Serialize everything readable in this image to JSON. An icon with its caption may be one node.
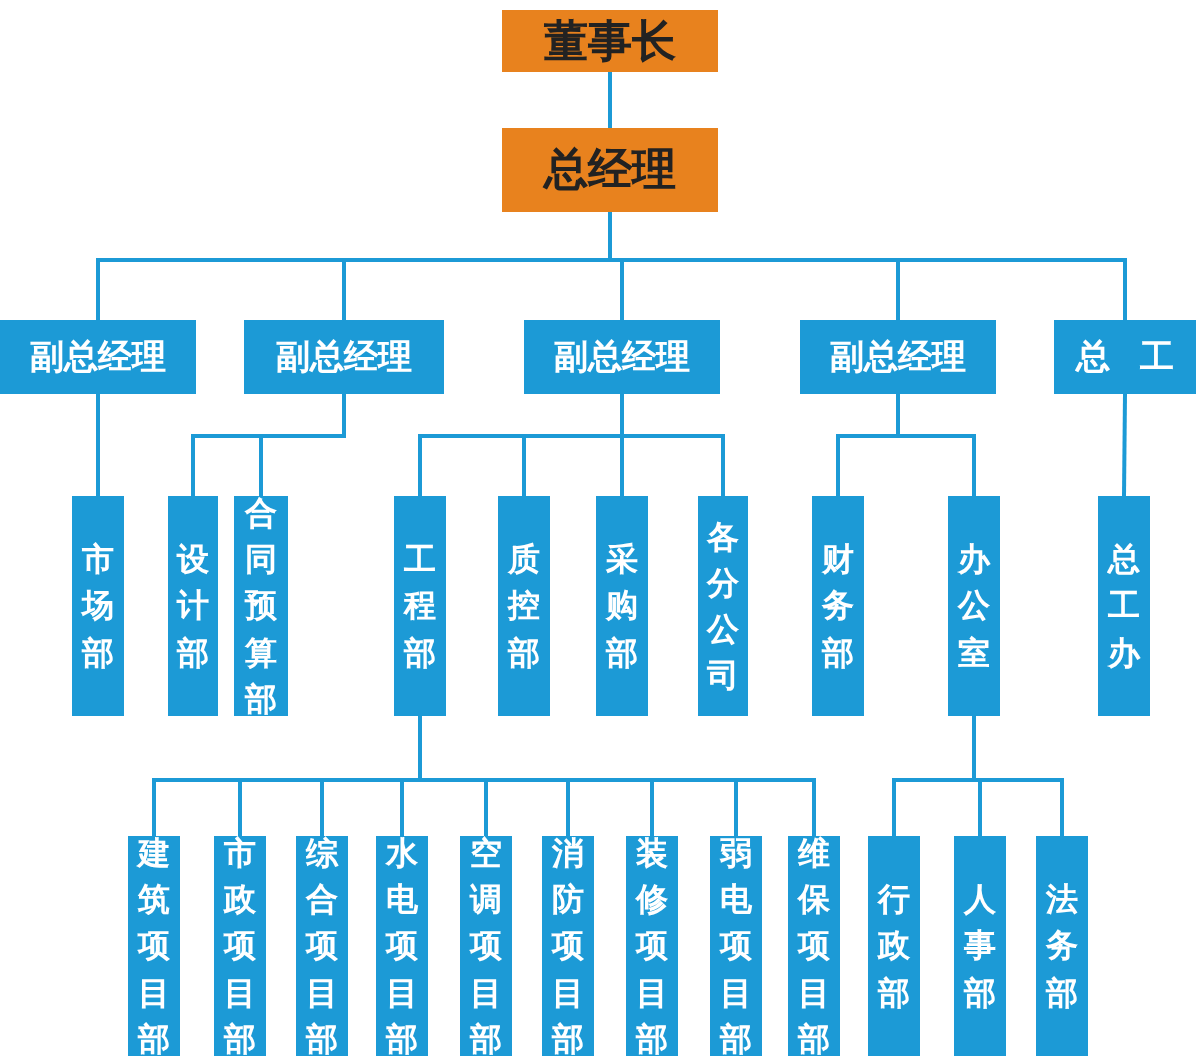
{
  "diagram": {
    "nodes": [
      {
        "text": [
          "董事长"
        ]
      },
      {
        "text": [
          "总经理"
        ]
      },
      {
        "text": [
          "副总经理"
        ]
      },
      {
        "text": [
          "副总经理"
        ]
      },
      {
        "text": [
          "副总经理"
        ]
      },
      {
        "text": [
          "副总经理"
        ]
      },
      {
        "text": [
          "总工"
        ]
      },
      {
        "text": [
          "市场部"
        ]
      },
      {
        "text": [
          "设计部"
        ]
      },
      {
        "text": [
          "合同预算部"
        ]
      },
      {
        "text": [
          "工程部"
        ]
      },
      {
        "text": [
          "质控部"
        ]
      },
      {
        "text": [
          "采购部"
        ]
      },
      {
        "text": [
          "各分公司"
        ]
      },
      {
        "text": [
          "财务部"
        ]
      },
      {
        "text": [
          "办公室"
        ]
      },
      {
        "text": [
          "总工办"
        ]
      },
      {
        "text": [
          "建筑项目部"
        ]
      },
      {
        "text": [
          "市政项目部"
        ]
      },
      {
        "text": [
          "综合项目部"
        ]
      },
      {
        "text": [
          "水电项目部"
        ]
      },
      {
        "text": [
          "空调项目部"
        ]
      },
      {
        "text": [
          "消防项目部"
        ]
      },
      {
        "text": [
          "装修项目部"
        ]
      },
      {
        "text": [
          "弱电项目部"
        ]
      },
      {
        "text": [
          "维保项目部"
        ]
      },
      {
        "text": [
          "行政部"
        ]
      },
      {
        "text": [
          "人事部"
        ]
      },
      {
        "text": [
          "法务部"
        ]
      }
    ],
    "edges": [
      {
        "from": 0,
        "to": 1,
        "arrow": "none"
      },
      {
        "from": 1,
        "to": 2,
        "arrow": "none"
      },
      {
        "from": 1,
        "to": 3,
        "arrow": "none"
      },
      {
        "from": 1,
        "to": 4,
        "arrow": "none"
      },
      {
        "from": 1,
        "to": 5,
        "arrow": "none"
      },
      {
        "from": 1,
        "to": 6,
        "arrow": "none"
      },
      {
        "from": 2,
        "to": 7,
        "arrow": "none"
      },
      {
        "from": 3,
        "to": 8,
        "arrow": "none"
      },
      {
        "from": 3,
        "to": 9,
        "arrow": "none"
      },
      {
        "from": 4,
        "to": 10,
        "arrow": "none"
      },
      {
        "from": 4,
        "to": 11,
        "arrow": "none"
      },
      {
        "from": 4,
        "to": 12,
        "arrow": "none"
      },
      {
        "from": 4,
        "to": 13,
        "arrow": "none"
      },
      {
        "from": 5,
        "to": 14,
        "arrow": "none"
      },
      {
        "from": 5,
        "to": 15,
        "arrow": "none"
      },
      {
        "from": 6,
        "to": 16,
        "arrow": "none"
      },
      {
        "from": 10,
        "to": 17,
        "arrow": "none"
      },
      {
        "from": 10,
        "to": 18,
        "arrow": "none"
      },
      {
        "from": 10,
        "to": 19,
        "arrow": "none"
      },
      {
        "from": 10,
        "to": 20,
        "arrow": "none"
      },
      {
        "from": 10,
        "to": 21,
        "arrow": "none"
      },
      {
        "from": 10,
        "to": 22,
        "arrow": "none"
      },
      {
        "from": 10,
        "to": 23,
        "arrow": "none"
      },
      {
        "from": 10,
        "to": 24,
        "arrow": "none"
      },
      {
        "from": 10,
        "to": 25,
        "arrow": "none"
      },
      {
        "from": 15,
        "to": 26,
        "arrow": "none"
      },
      {
        "from": 15,
        "to": 27,
        "arrow": "none"
      },
      {
        "from": 15,
        "to": 28,
        "arrow": "none"
      }
    ]
  }
}
